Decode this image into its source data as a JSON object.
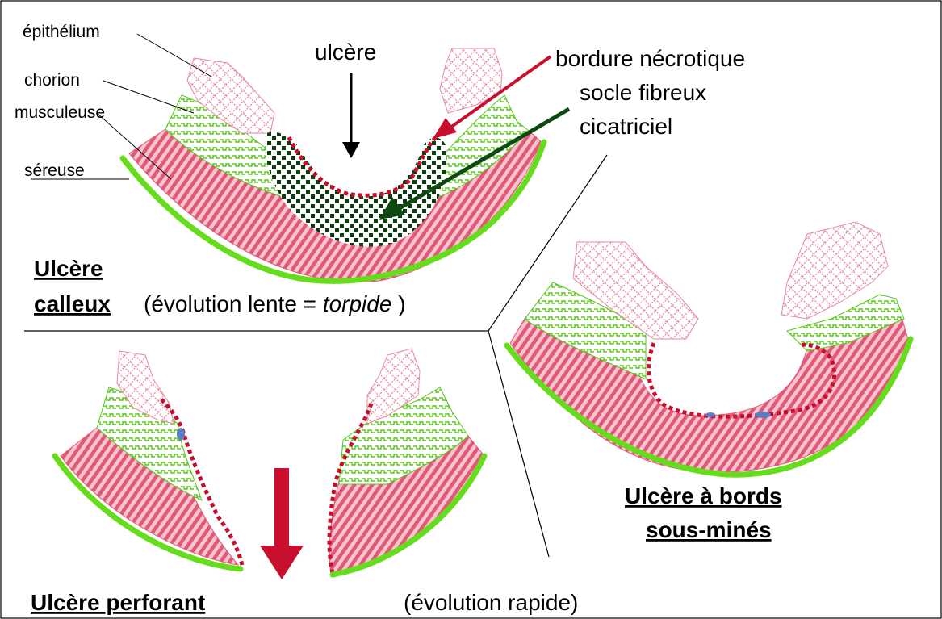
{
  "labels": {
    "epithelium": "épithélium",
    "chorion": "chorion",
    "musculeuse": "musculeuse",
    "sereuse": "séreuse",
    "ulcere": "ulcère",
    "bordure": "bordure nécrotique",
    "socle_line1": "socle fibreux",
    "socle_line2": "cicatriciel"
  },
  "titles": {
    "calleux_line1": "Ulcère",
    "calleux_line2": "calleux",
    "calleux_note_pre": "(évolution lente  = ",
    "calleux_note_italic": "torpide",
    "calleux_note_post": " )",
    "bords_line1": "Ulcère à bords",
    "bords_line2": "sous-minés",
    "perforant": "Ulcère perforant",
    "perforant_note": "(évolution rapide)"
  },
  "colors": {
    "epithelium": "#e58aa0",
    "chorion": "#58c81a",
    "musculeuse": "#e05a77",
    "sereuse": "#66dd1c",
    "socle": "#0c3b0f",
    "necrose": "#c8102e",
    "arrow_black": "#000000",
    "arrow_red": "#c8102e",
    "arrow_green": "#0f4a12",
    "vessel": "#5b7fc2"
  }
}
